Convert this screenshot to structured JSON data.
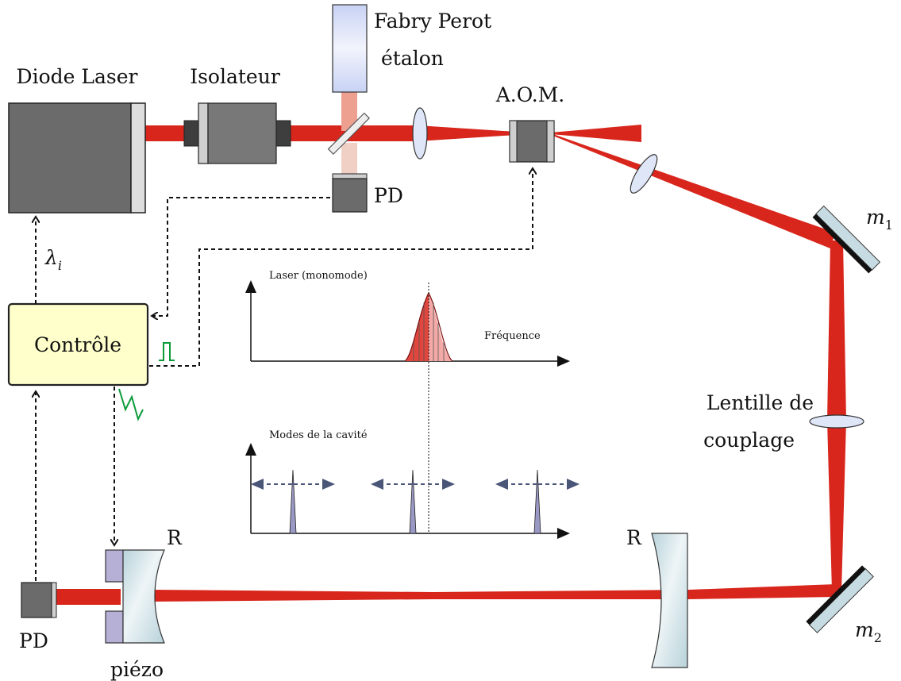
{
  "components": {
    "diode_laser": "Diode Laser",
    "isolator": "Isolateur",
    "fabry_perot_line1": "Fabry Perot",
    "fabry_perot_line2": "étalon",
    "aom": "A.O.M.",
    "pd_top": "PD",
    "pd_bottom": "PD",
    "controller": "Contrôle",
    "mirror_1_base": "m",
    "mirror_1_sub": "1",
    "mirror_2_base": "m",
    "mirror_2_sub": "2",
    "coupling_lens_line1": "Lentille de",
    "coupling_lens_line2": "couplage",
    "cavity_mirror_left": "R",
    "cavity_mirror_right": "R",
    "piezo": "piézo",
    "wavelength_base": "λ",
    "wavelength_sub": "i"
  },
  "spectrum_laser": {
    "title": "Laser (monomode)",
    "axis_label": "Fréquence"
  },
  "spectrum_cavity": {
    "title": "Modes de la cavité"
  },
  "colors": {
    "beam": "#d8261c",
    "beam_pale": "#eea090",
    "device_gray": "#6b6b6b",
    "controller_fill": "#ffffcc",
    "signal_green": "#0a9a3a",
    "mode_arrow": "#4a5678"
  }
}
